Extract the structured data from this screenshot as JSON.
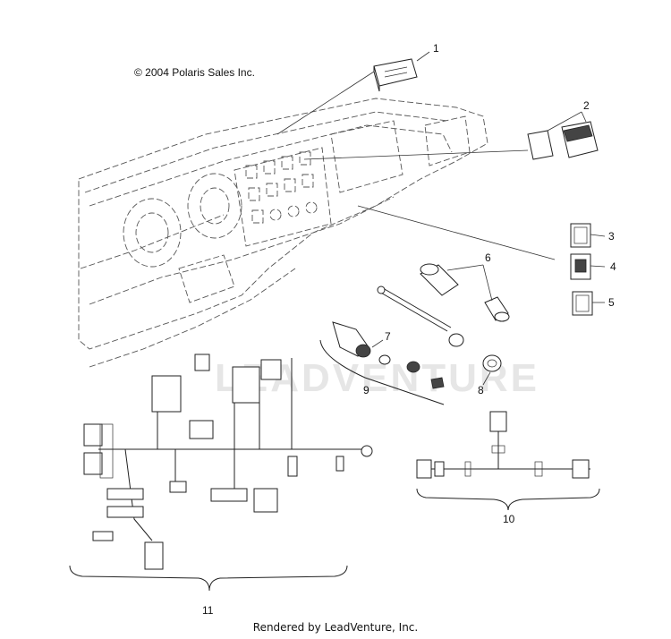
{
  "copyright": "© 2004 Polaris Sales Inc.",
  "footer": "Rendered by LeadVenture, Inc.",
  "watermark": "LEADVENTURE",
  "callouts": [
    "1",
    "2",
    "3",
    "4",
    "5",
    "6",
    "7",
    "8",
    "9",
    "10",
    "11"
  ]
}
